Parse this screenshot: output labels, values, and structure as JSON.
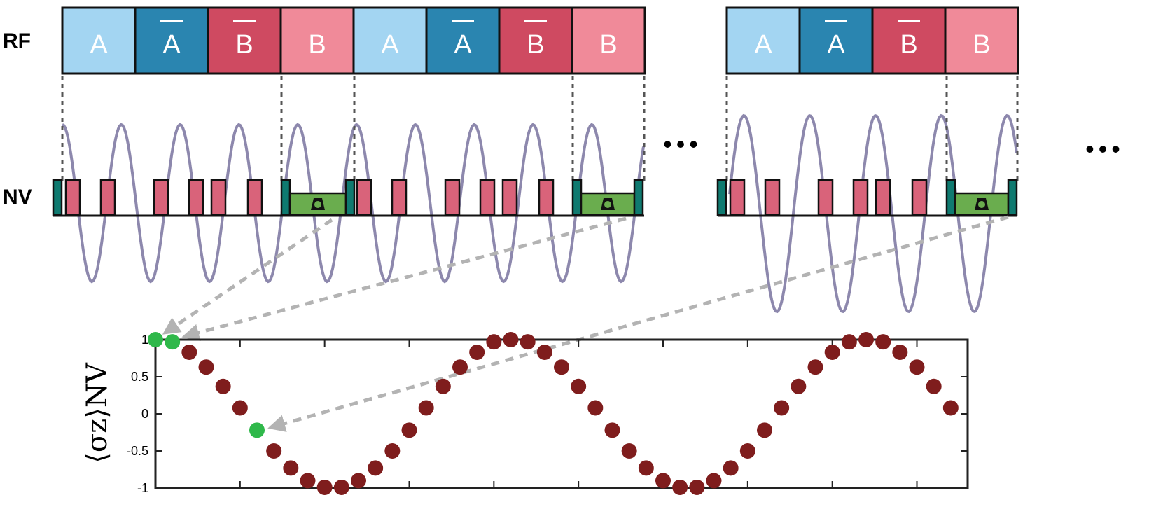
{
  "labels": {
    "rf": "RF",
    "nv": "NV"
  },
  "rf_blocks_group1": [
    {
      "label": "A",
      "bar": false,
      "color": "#a3d5f2"
    },
    {
      "label": "A",
      "bar": true,
      "color": "#2a85b0"
    },
    {
      "label": "B",
      "bar": true,
      "color": "#cf4a61"
    },
    {
      "label": "B",
      "bar": false,
      "color": "#f08a99"
    },
    {
      "label": "A",
      "bar": false,
      "color": "#a3d5f2"
    },
    {
      "label": "A",
      "bar": true,
      "color": "#2a85b0"
    },
    {
      "label": "B",
      "bar": true,
      "color": "#cf4a61"
    },
    {
      "label": "B",
      "bar": false,
      "color": "#f08a99"
    }
  ],
  "rf_blocks_group2": [
    {
      "label": "A",
      "bar": false,
      "color": "#a3d5f2"
    },
    {
      "label": "A",
      "bar": true,
      "color": "#2a85b0"
    },
    {
      "label": "B",
      "bar": true,
      "color": "#cf4a61"
    },
    {
      "label": "B",
      "bar": false,
      "color": "#f08a99"
    }
  ],
  "colors": {
    "pulse": "#d9637a",
    "init_pulse": "#0f7a70",
    "readout": "#6aad4e",
    "wave": "#8d88ad",
    "arrow": "#b3b3b3",
    "point": "#7f1d1d",
    "point_highlight": "#2fb84a"
  },
  "ellipsis": "•••",
  "chart_data": {
    "type": "scatter",
    "ylabel": "⟨σz⟩NV",
    "ylim": [
      -1,
      1
    ],
    "xlim": [
      0,
      48
    ],
    "yticks": [
      "1",
      "0.5",
      "0",
      "-0.5",
      "-1"
    ],
    "ytick_values": [
      1,
      0.5,
      0,
      -0.5,
      -1
    ],
    "xticks": [
      5,
      10,
      15,
      20,
      25,
      30,
      35,
      40,
      45
    ],
    "x": [
      0,
      1,
      2,
      3,
      4,
      5,
      6,
      7,
      8,
      9,
      10,
      11,
      12,
      13,
      14,
      15,
      16,
      17,
      18,
      19,
      20,
      21,
      22,
      23,
      24,
      25,
      26,
      27,
      28,
      29,
      30,
      31,
      32,
      33,
      34,
      35,
      36,
      37,
      38,
      39,
      40,
      41,
      42,
      43,
      44,
      45,
      46,
      47
    ],
    "values": [
      1,
      0.97,
      0.83,
      0.63,
      0.37,
      0.08,
      -0.22,
      -0.5,
      -0.73,
      -0.9,
      -0.99,
      -0.99,
      -0.9,
      -0.73,
      -0.5,
      -0.22,
      0.08,
      0.37,
      0.63,
      0.83,
      0.97,
      1,
      0.97,
      0.83,
      0.63,
      0.37,
      0.08,
      -0.22,
      -0.5,
      -0.73,
      -0.9,
      -0.99,
      -0.99,
      -0.9,
      -0.73,
      -0.5,
      -0.22,
      0.08,
      0.37,
      0.63,
      0.83,
      0.97,
      1,
      0.97,
      0.83,
      0.63,
      0.37,
      0.08
    ],
    "highlight_indices": [
      0,
      1,
      6
    ]
  }
}
